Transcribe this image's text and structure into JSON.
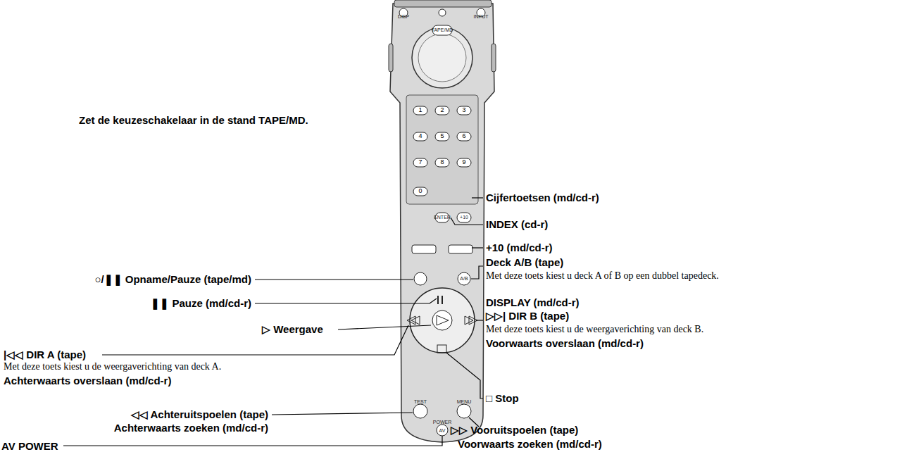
{
  "diagram": {
    "labels": [
      "Zet de keuzeschakelaar in de stand TAPE/MD.",
      "Cijfertoetsen (md/cd-r)",
      "INDEX (cd-r)",
      "+10 (md/cd-r)",
      "Deck A/B (tape)",
      "Met deze toets kiest u deck A of B op een dubbel tapedeck.",
      "DISPLAY (md/cd-r)",
      "▷▷| DIR B (tape)",
      "Met deze toets kiest u de weergaverichting van deck B.",
      "Voorwaarts overslaan (md/cd-r)",
      "○/❚❚ Opname/Pauze (tape/md)",
      "❚❚ Pauze (md/cd-r)",
      "▷ Weergave",
      "|◁◁ DIR A (tape)",
      "Met deze toets kiest u de weergaverichting van deck A.",
      "Achterwaarts overslaan (md/cd-r)",
      "◁◁ Achteruitspoelen (tape)",
      "Achterwaarts zoeken (md/cd-r)",
      "□ Stop",
      "▷▷ Vooruitspoelen (tape)",
      "Voorwaarts zoeken (md/cd-r)",
      "AV POWER",
      "DISP",
      "INPUT",
      "TAPE/MD",
      "1",
      "2",
      "3",
      "4",
      "5",
      "6",
      "7",
      "8",
      "9",
      "0",
      "ENTER",
      "+10",
      "A/B",
      "TEST",
      "MENU",
      "POWER",
      "AV"
    ]
  }
}
